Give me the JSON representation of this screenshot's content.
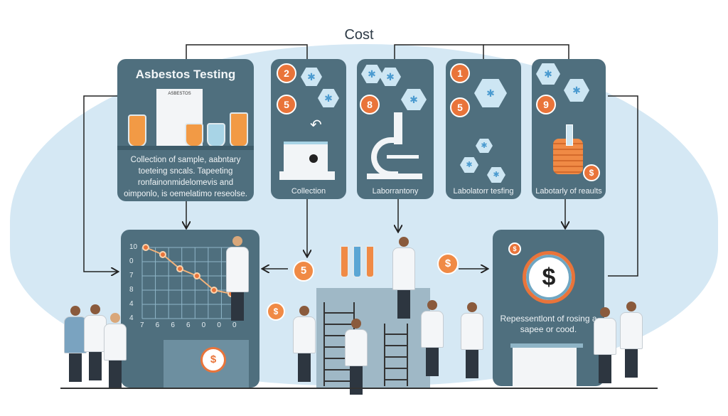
{
  "title": "Cost",
  "colors": {
    "panel": "#4f6f7e",
    "accent": "#e9743a",
    "background_blob": "#d5e8f4"
  },
  "panels": [
    {
      "title": "Asbestos Testing",
      "document_label": "ASBESTOS",
      "description": "Collection of sample, aabntary toeteing sncals. Tapeeting ronfainonmidelomevis and oimponlo, is oemelatimo reseolse."
    },
    {
      "caption": "Collection",
      "badges": [
        "2",
        "5"
      ]
    },
    {
      "caption": "Laborrantony",
      "badges": [
        "8"
      ]
    },
    {
      "caption": "Labolatorr tesfing",
      "badges": [
        "1",
        "5"
      ]
    },
    {
      "caption": "Labotarly of reaults",
      "badges": [
        "9",
        "$"
      ]
    }
  ],
  "chart": {
    "y_ticks": [
      "10",
      "0",
      "7",
      "8",
      "4",
      "4"
    ],
    "x_ticks": [
      "7",
      "6",
      "6",
      "6",
      "0",
      "0",
      "0"
    ],
    "points": [
      10,
      9,
      7,
      6,
      4,
      3.5
    ]
  },
  "center_coins": [
    "5",
    "$",
    "$"
  ],
  "cost_panel": {
    "symbol": "$",
    "text": "Repessentlont of rosing a sapee or cood.",
    "coin_symbol": "$"
  }
}
